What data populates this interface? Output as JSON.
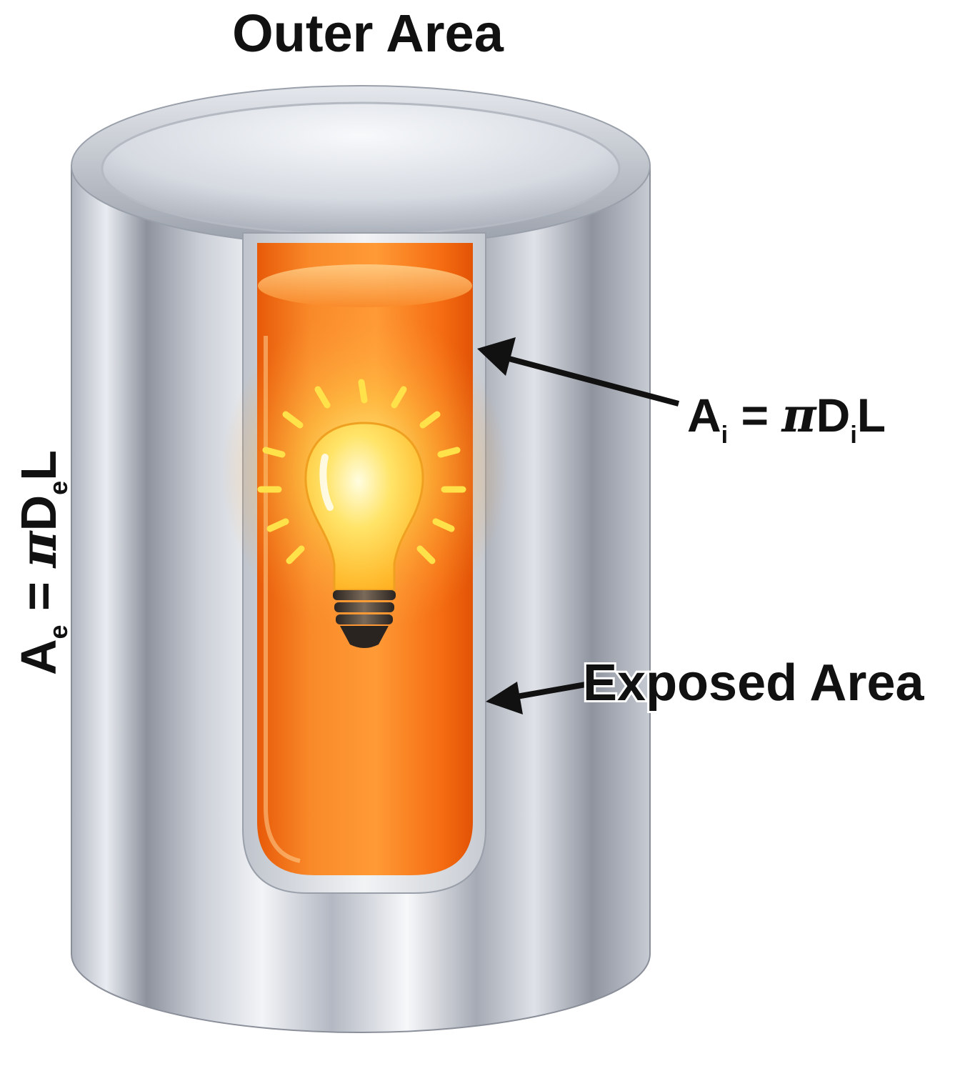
{
  "labels": {
    "top": "Outer Area",
    "inner_area": {
      "main": "A",
      "sub": "i",
      "eq": " = ",
      "pi": "π",
      "d": "D",
      "d_sub": "i",
      "l": "L"
    },
    "outer_area": {
      "main": "A",
      "sub": "e",
      "eq": " = ",
      "pi": "π",
      "d": "D",
      "d_sub": "e",
      "l": "L"
    },
    "exposed": "Exposed Area"
  },
  "colors": {
    "metal_light": "#f4f6f9",
    "metal_mid": "#b9bec8",
    "metal_dark": "#6e7480",
    "fluid_orange": "#f36a10",
    "fluid_light": "#ffb24a",
    "bulb_glow": "#ffe14a",
    "arrow": "#111111"
  },
  "icons": {
    "bulb": "light-bulb-icon",
    "arrow": "arrow-left-icon"
  }
}
